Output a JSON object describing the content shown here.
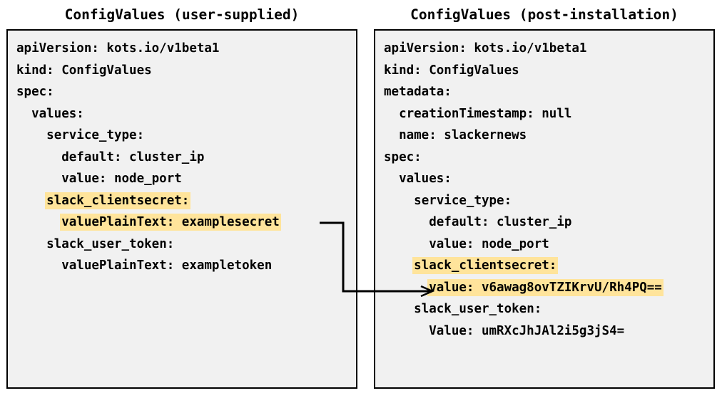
{
  "diagram": {
    "type": "annotated-yaml-comparison",
    "background_color": "#ffffff",
    "box_fill_color": "#f1f1f1",
    "box_border_color": "#000000",
    "highlight_color": "#ffe49b",
    "text_color": "#000000",
    "connector_color": "#000000"
  },
  "panels": [
    {
      "id": "user-supplied",
      "title": "ConfigValues (user-supplied)",
      "lines": [
        {
          "indent": 0,
          "text": "apiVersion: kots.io/v1beta1",
          "highlight": false
        },
        {
          "indent": 0,
          "text": "kind: ConfigValues",
          "highlight": false
        },
        {
          "indent": 0,
          "text": "spec:",
          "highlight": false
        },
        {
          "indent": 1,
          "text": "values:",
          "highlight": false
        },
        {
          "indent": 2,
          "text": "service_type:",
          "highlight": false
        },
        {
          "indent": 3,
          "text": "default: cluster_ip",
          "highlight": false
        },
        {
          "indent": 3,
          "text": "value: node_port",
          "highlight": false
        },
        {
          "indent": 2,
          "text": "slack_clientsecret:",
          "highlight": true
        },
        {
          "indent": 3,
          "text": "valuePlainText: examplesecret",
          "highlight": true
        },
        {
          "indent": 2,
          "text": "slack_user_token:",
          "highlight": false
        },
        {
          "indent": 3,
          "text": "valuePlainText: exampletoken",
          "highlight": false
        }
      ]
    },
    {
      "id": "post-installation",
      "title": "ConfigValues (post-installation)",
      "lines": [
        {
          "indent": 0,
          "text": "apiVersion: kots.io/v1beta1",
          "highlight": false
        },
        {
          "indent": 0,
          "text": "kind: ConfigValues",
          "highlight": false
        },
        {
          "indent": 0,
          "text": "metadata:",
          "highlight": false
        },
        {
          "indent": 1,
          "text": "creationTimestamp: null",
          "highlight": false
        },
        {
          "indent": 1,
          "text": "name: slackernews",
          "highlight": false
        },
        {
          "indent": 0,
          "text": "spec:",
          "highlight": false
        },
        {
          "indent": 1,
          "text": "values:",
          "highlight": false
        },
        {
          "indent": 2,
          "text": "service_type:",
          "highlight": false
        },
        {
          "indent": 3,
          "text": "default: cluster_ip",
          "highlight": false
        },
        {
          "indent": 3,
          "text": "value: node_port",
          "highlight": false
        },
        {
          "indent": 2,
          "text": "slack_clientsecret:",
          "highlight": true
        },
        {
          "indent": 3,
          "text": "value: v6awag8ovTZIKrvU/Rh4PQ==",
          "highlight": true
        },
        {
          "indent": 2,
          "text": "slack_user_token:",
          "highlight": false
        },
        {
          "indent": 3,
          "text": "Value: umRXcJhJAl2i5g3jS4=",
          "highlight": false
        }
      ]
    }
  ],
  "connector": {
    "label": "plaintext-secret-to-encrypted-value-arrow",
    "from": "valuePlainText: examplesecret",
    "to": "value: v6awag8ovTZIKrvU/Rh4PQ=="
  }
}
